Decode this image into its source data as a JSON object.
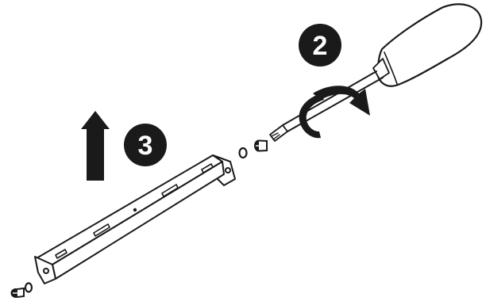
{
  "steps": {
    "screw_step": {
      "number": "2"
    },
    "lift_step": {
      "number": "3"
    }
  },
  "colors": {
    "ink": "#1a1a1a",
    "badge": "#1a1a1a",
    "paper": "#ffffff"
  },
  "icons": {
    "screwdriver": "screwdriver-icon",
    "rotate_arrow": "rotate-clockwise-arrow-icon",
    "up_arrow": "up-arrow-icon",
    "screw": "screw-icon",
    "washer": "washer-icon",
    "bracket": "mounting-bracket"
  }
}
